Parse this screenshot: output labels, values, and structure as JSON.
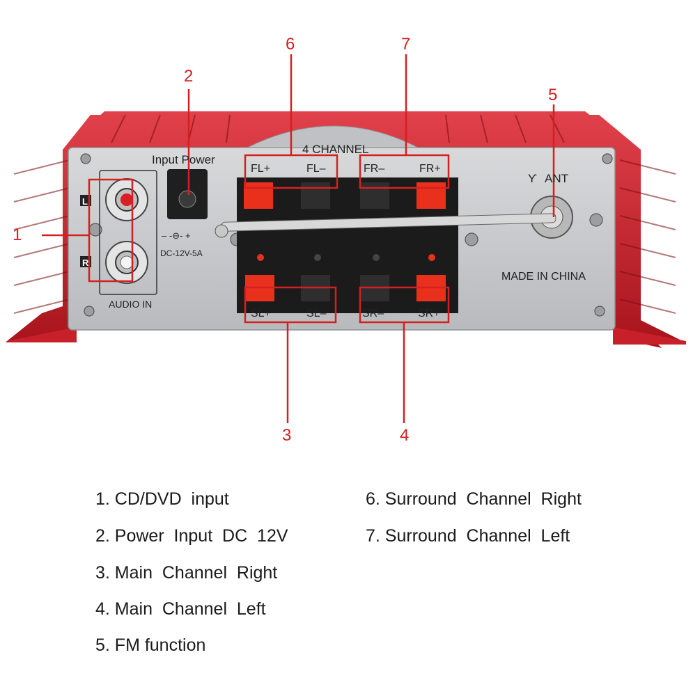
{
  "panel": {
    "input_power_label": "Input Power",
    "dc_polarity_label": "– -⊖- +",
    "dc_rating_label": "DC-12V-5A",
    "audio_in_label": "AUDIO IN",
    "left_marker": "L",
    "right_marker": "R",
    "channel_title": "4  CHANNEL",
    "terminals_top": [
      "FL+",
      "FL–",
      "FR–",
      "FR+"
    ],
    "terminals_bottom": [
      "SL+",
      "SL–",
      "SR–",
      "SR+"
    ],
    "antenna_label": "ANT",
    "made_in_label": "MADE IN CHINA"
  },
  "callouts": {
    "c1": "1",
    "c2": "2",
    "c3": "3",
    "c4": "4",
    "c5": "5",
    "c6": "6",
    "c7": "7"
  },
  "legend": {
    "item1": "1. CD/DVD  input",
    "item2": "2. Power  Input  DC  12V",
    "item3": "3. Main  Channel  Right",
    "item4": "4. Main  Channel  Left",
    "item5": "5. FM function",
    "item6": "6. Surround  Channel  Right",
    "item7": "7. Surround  Channel  Left"
  },
  "colors": {
    "callout_red": "#d42020",
    "heatsink_red": "#c8202a",
    "panel_silver": "#c9cacc",
    "terminal_red": "#e8301c"
  }
}
